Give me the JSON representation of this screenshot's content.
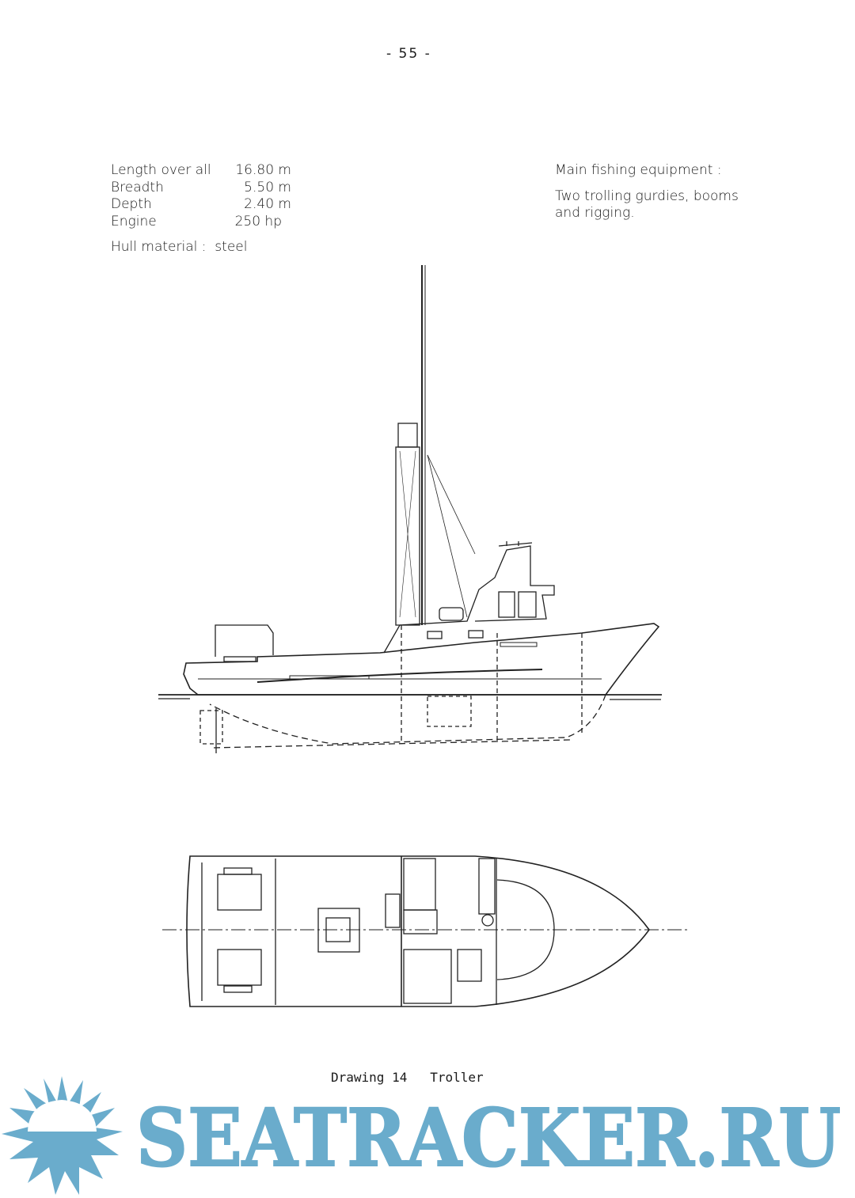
{
  "page_number": "- 55 -",
  "specs": [
    {
      "label": "Length over all",
      "value": "16.80 m"
    },
    {
      "label": "Breadth",
      "value": "5.50 m"
    },
    {
      "label": "Depth",
      "value": "2.40 m"
    },
    {
      "label": "Engine",
      "value": "250 hp"
    }
  ],
  "hull_material": "Hull material :  steel",
  "equipment": {
    "heading": "Main fishing equipment :",
    "line1": "Two trolling gurdies, booms",
    "line2": "and rigging."
  },
  "caption": "Drawing 14   Troller",
  "watermark": {
    "text": "SEATRACKER.RU",
    "color": "#6aaccc"
  }
}
